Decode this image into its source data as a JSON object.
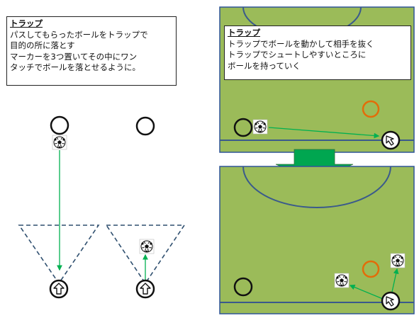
{
  "left_note": {
    "title": "トラップ",
    "lines": [
      "パスしてもらったボールをトラップで",
      "目的の所に落とす",
      "マーカーを3つ置いてその中にワン",
      "タッチでボールを落とせるように。"
    ]
  },
  "right_note": {
    "title": "トラップ",
    "lines": [
      "トラップでボールを動かして相手を抜く",
      "トラップでシュートしやすいところに",
      "ボールを持っていく"
    ]
  },
  "colors": {
    "field": "#9bbb59",
    "field_border": "#2f5597",
    "field_lines": "#3a5a8c",
    "pass_arrow": "#00b050",
    "big_arrow": "#00a650",
    "marker_orange": "#e36c09",
    "dashed": "#2f4f6f"
  },
  "icons": [
    "ball-icon",
    "cursor-arrow-icon",
    "up-arrow-icon",
    "down-arrow-icon"
  ]
}
